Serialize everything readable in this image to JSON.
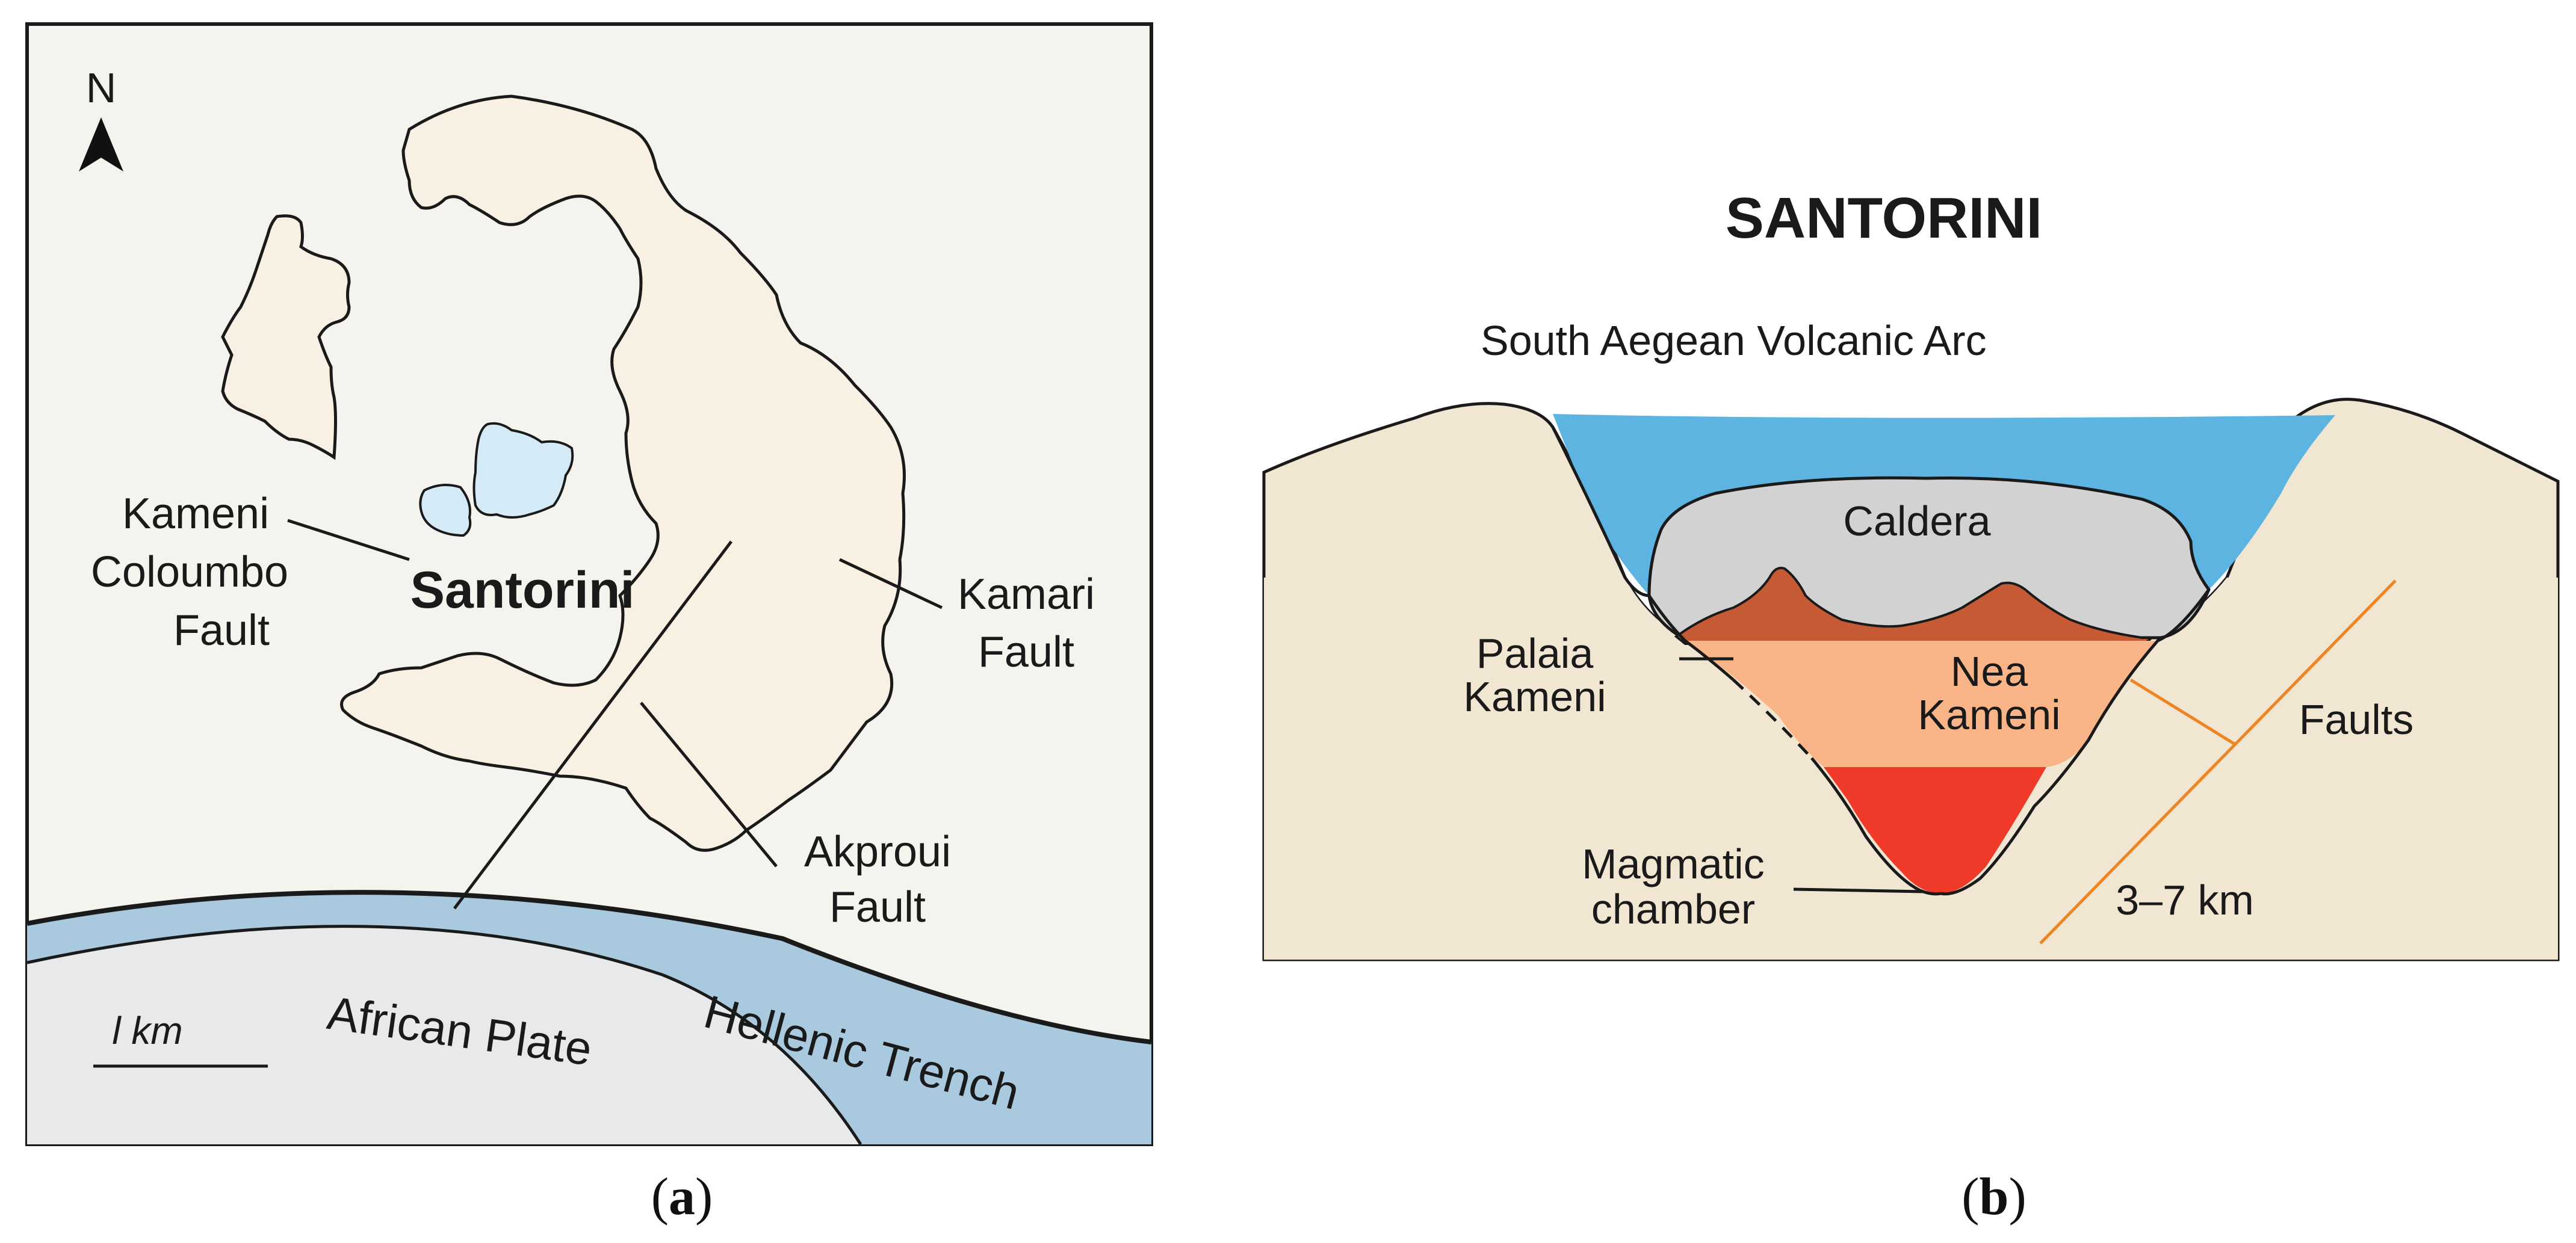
{
  "panel_a": {
    "north_label": "N",
    "island_label": "Santorini",
    "kameni_fault_label": [
      "Kameni",
      "Coloumbo",
      "Fault"
    ],
    "kamari_fault_label": [
      "Kamari",
      "Fault"
    ],
    "akproui_fault_label": [
      "Akproui",
      "Fault"
    ],
    "scale_label": "l km",
    "african_plate_label": "African Plate",
    "hellenic_trench_label": "Hellenic Trench",
    "caption_letter": "a"
  },
  "panel_b": {
    "title": "SANTORINI",
    "subtitle": "South Aegean Volcanic Arc",
    "caldera_label": "Caldera",
    "palaia_kameni_label": [
      "Palaia",
      "Kameni"
    ],
    "nea_kameni_label": [
      "Nea",
      "Kameni"
    ],
    "faults_label": "Faults",
    "magmatic_chamber_label": [
      "Magmatic",
      "chamber"
    ],
    "depth_label": "3–7 km",
    "caption_letter": "b"
  },
  "colors": {
    "land": "#f8f0e2",
    "map_bg": "#f5f3ee",
    "plate": "#e8e9ea",
    "trench": "#a9c9df",
    "lagoon": "#d4eaf6",
    "sea": "#5db4e0",
    "caldera_fill": "#d2d2d2",
    "crust": "#f1e6d2",
    "lava_top": "#c65a34",
    "magma_light": "#f9b588",
    "magma_red": "#ef3a2a",
    "fault_orange": "#ee8422"
  }
}
